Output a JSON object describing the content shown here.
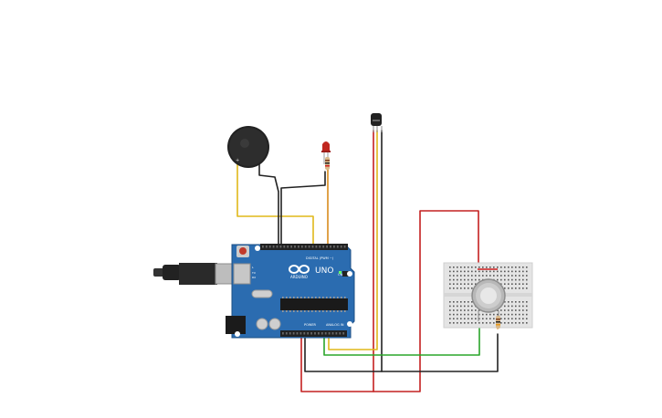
{
  "board": {
    "name": "UNO",
    "brand": "ARDUINO",
    "digital_header": "DIGITAL (PWM ~)",
    "power_header": "POWER",
    "analog_header": "ANALOG IN",
    "on_label": "ON",
    "tx_label": "TX",
    "rx_label": "RX",
    "l_label": "L"
  },
  "colors": {
    "board": "#2b6cb0",
    "wire_red": "#d02020",
    "wire_black": "#222222",
    "wire_yellow": "#e8c21a",
    "wire_orange": "#d9891c",
    "wire_green": "#2fb02f",
    "led": "#c0271f",
    "breadboard": "#e6e6e6"
  },
  "components": {
    "buzzer": "piezo-buzzer",
    "led": "red-led",
    "resistor": "resistor",
    "sensor": "temperature-sensor",
    "gas_sensor": "gas-sensor",
    "breadboard": "mini-breadboard",
    "usb": "usb-cable"
  }
}
